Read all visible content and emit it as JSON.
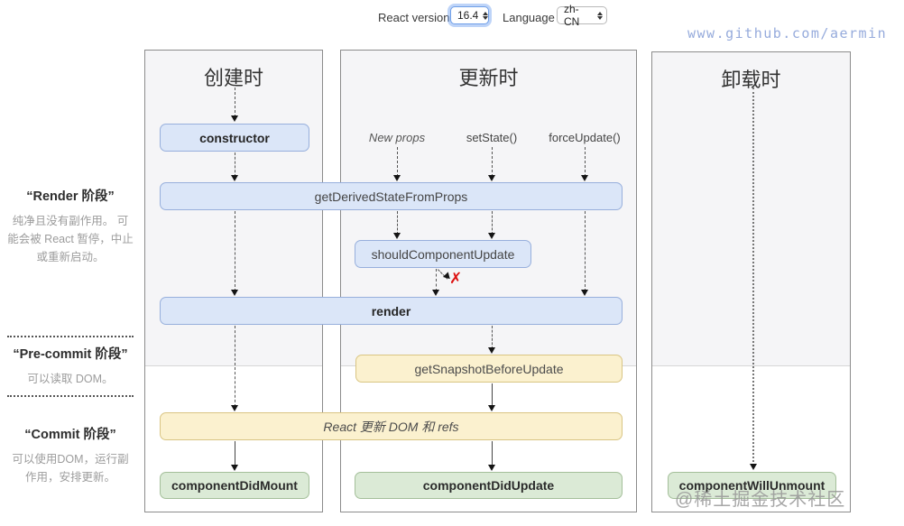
{
  "toolbar": {
    "react_version_label": "React version",
    "react_version_value": "16.4",
    "language_label": "Language",
    "language_value": "zh-CN"
  },
  "watermarks": {
    "top": "www.github.com/aermin",
    "bottom": "@稀土掘金技术社区"
  },
  "sidebar": {
    "phases": [
      {
        "title": "“Render 阶段”",
        "desc": "纯净且没有副作用。 可能会被 React 暂停，中止或重新启动。"
      },
      {
        "title": "“Pre-commit 阶段”",
        "desc": "可以读取 DOM。"
      },
      {
        "title": "“Commit 阶段”",
        "desc": "可以使用DOM，运行副作用，安排更新。"
      }
    ]
  },
  "columns": [
    {
      "title": "创建时"
    },
    {
      "title": "更新时"
    },
    {
      "title": "卸载时"
    }
  ],
  "update_triggers": [
    "New props",
    "setState()",
    "forceUpdate()"
  ],
  "boxes": {
    "constructor": "constructor",
    "get_derived_state_from_props": "getDerivedStateFromProps",
    "should_component_update": "shouldComponentUpdate",
    "render": "render",
    "get_snapshot_before_update": "getSnapshotBeforeUpdate",
    "react_updates_dom": "React 更新 DOM 和 refs",
    "component_did_mount": "componentDidMount",
    "component_did_update": "componentDidUpdate",
    "component_will_unmount": "componentWillUnmount"
  },
  "marks": {
    "skip_update": "✗"
  },
  "colors": {
    "box_blue": "#dbe6f8",
    "box_yellow": "#fbf1cf",
    "box_green": "#dbead6",
    "panel_shade": "#f5f5f7",
    "watermark_blue": "#96abdc",
    "skip_red": "#dd1111",
    "focus_ring": "#6f9fe8"
  }
}
